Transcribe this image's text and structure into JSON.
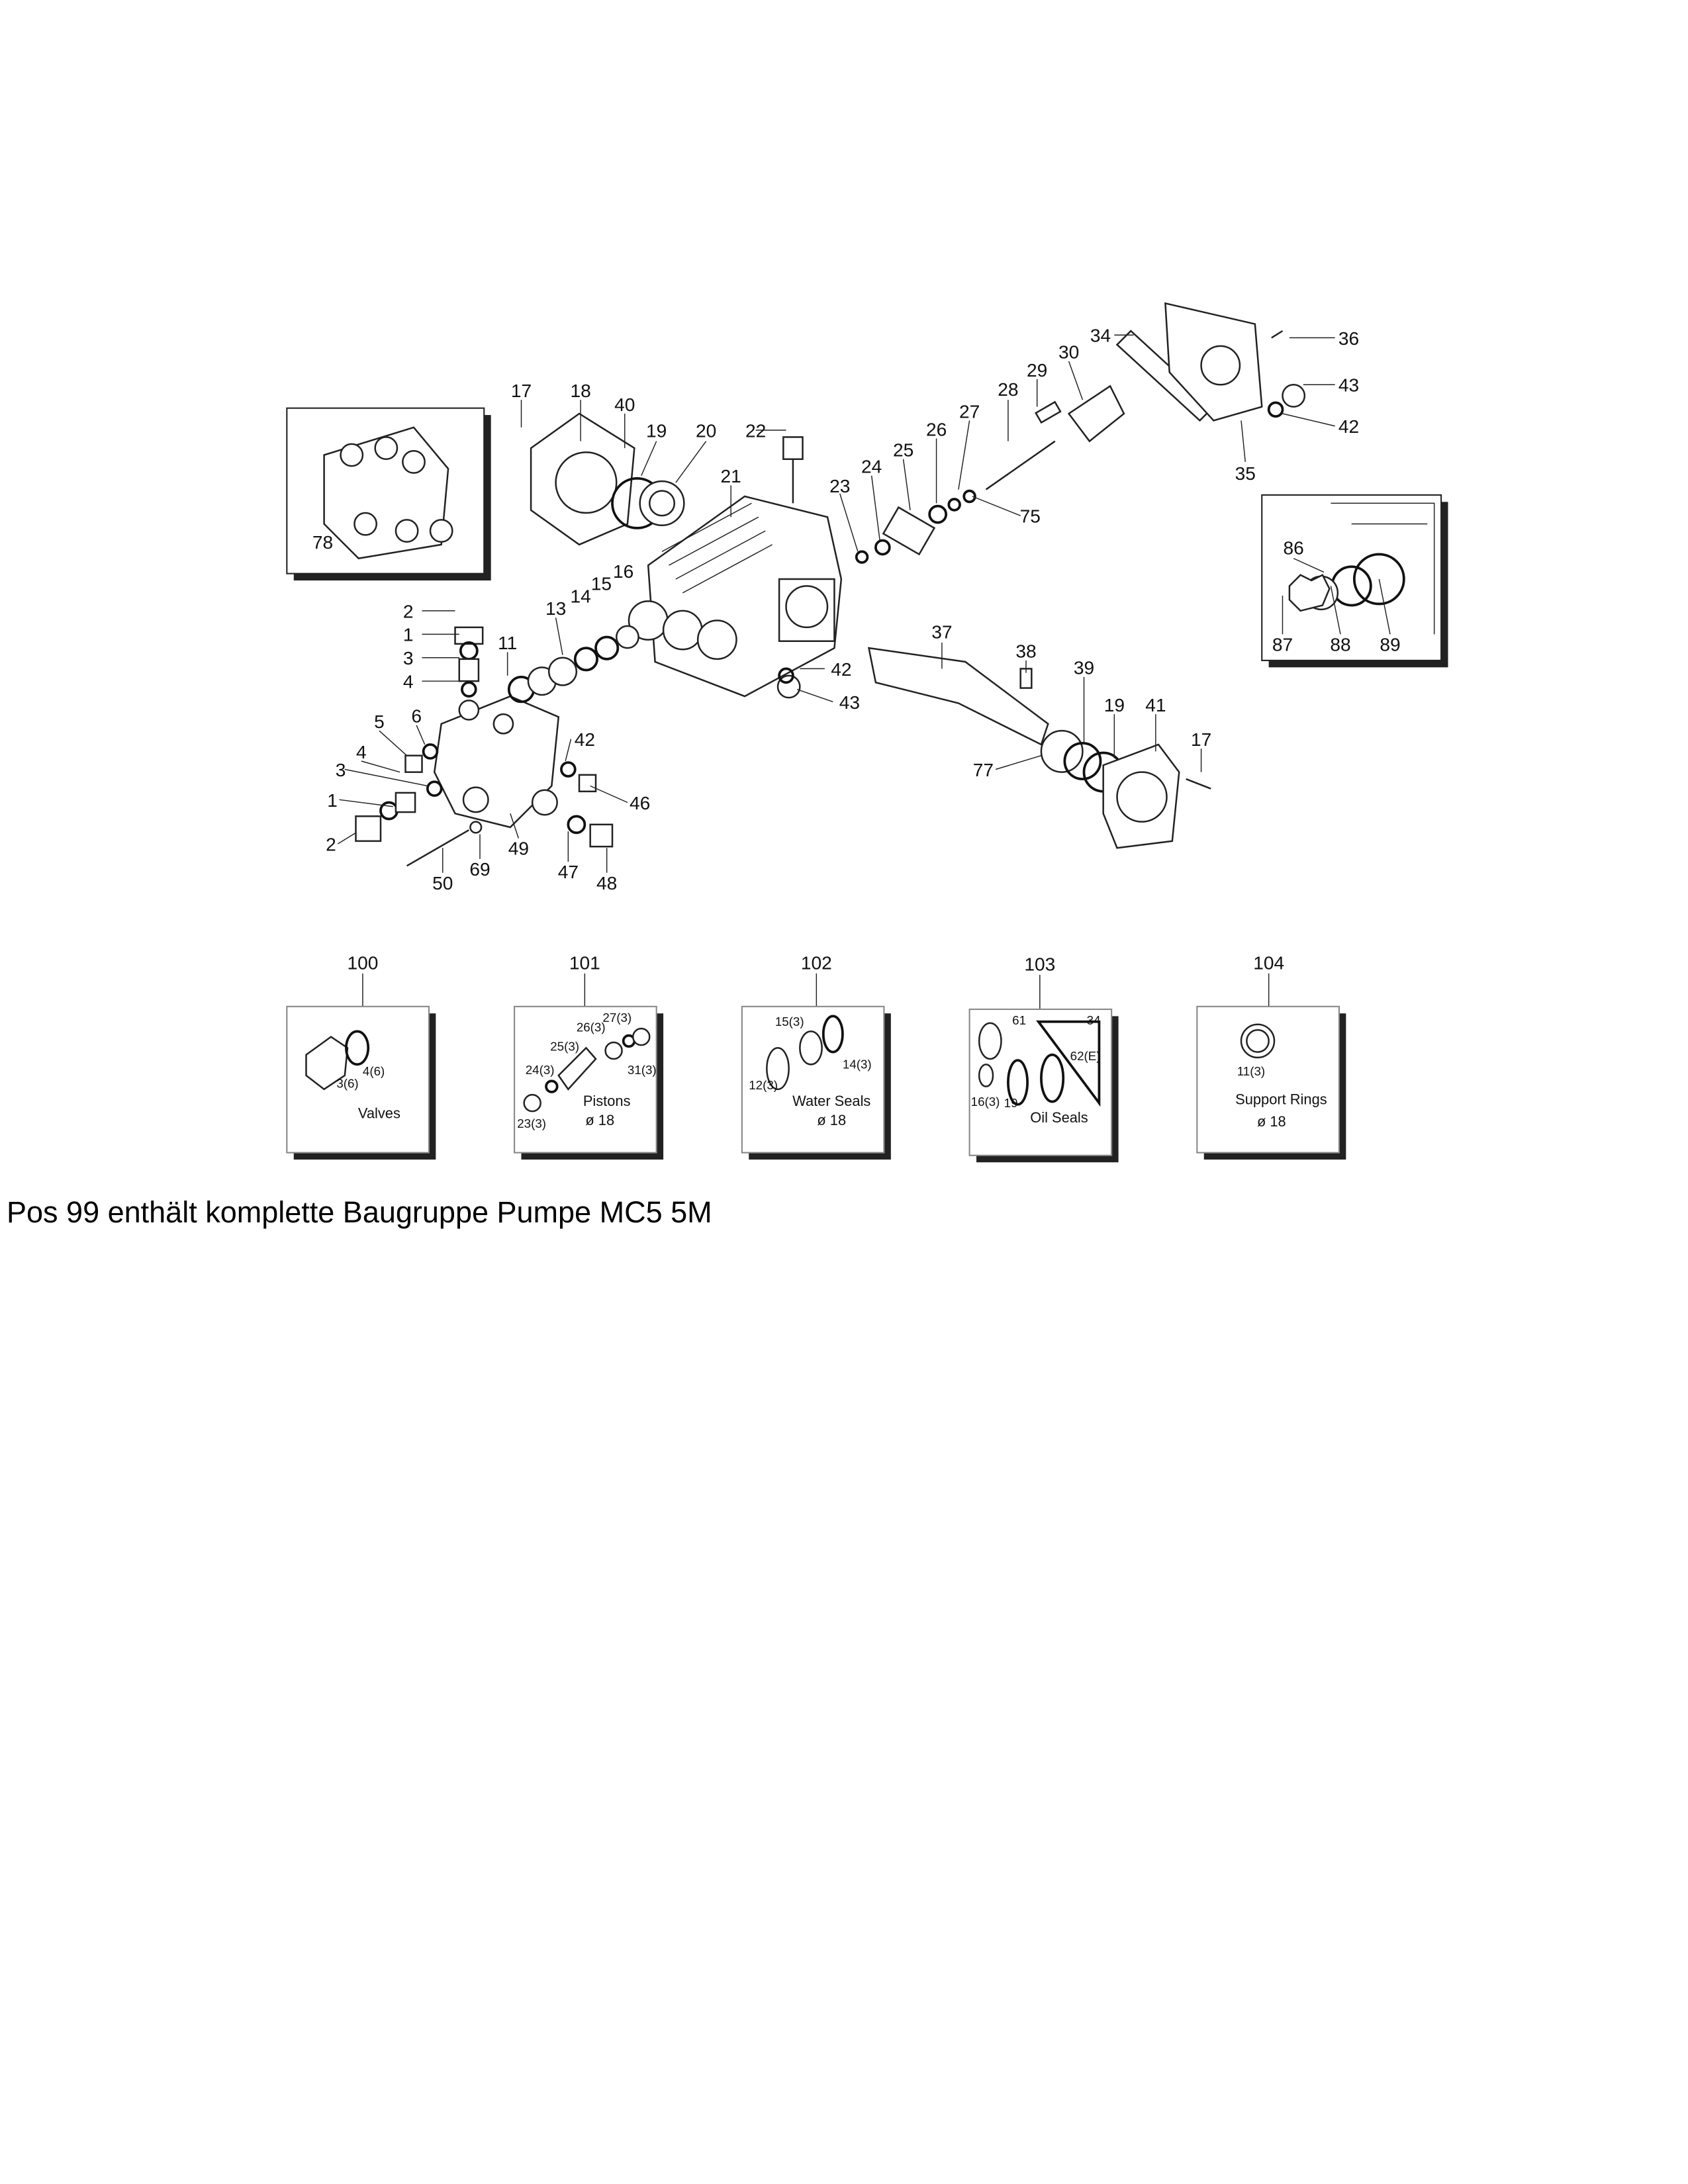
{
  "callouts": {
    "c17a": "17",
    "c18": "18",
    "c40": "40",
    "c19a": "19",
    "c20": "20",
    "c22": "22",
    "c21": "21",
    "c23": "23",
    "c24": "24",
    "c25": "25",
    "c26": "26",
    "c27": "27",
    "c28": "28",
    "c29": "29",
    "c30": "30",
    "c34": "34",
    "c36": "36",
    "c43a": "43",
    "c42a": "42",
    "c35": "35",
    "c75": "75",
    "c78": "78",
    "c86": "86",
    "c87": "87",
    "c88": "88",
    "c89": "89",
    "c2a": "2",
    "c1a": "1",
    "c3a": "3",
    "c4a": "4",
    "c13": "13",
    "c14": "14",
    "c15": "15",
    "c16": "16",
    "c11": "11",
    "c37": "37",
    "c38": "38",
    "c42b": "42",
    "c43b": "43",
    "c39": "39",
    "c19b": "19",
    "c41": "41",
    "c17b": "17",
    "c77": "77",
    "c5": "5",
    "c6": "6",
    "c4b": "4",
    "c3b": "3",
    "c1b": "1",
    "c2b": "2",
    "c42c": "42",
    "c46": "46",
    "c49": "49",
    "c69": "69",
    "c50": "50",
    "c47": "47",
    "c48": "48"
  },
  "kits": [
    {
      "number": "100",
      "title": "Valves",
      "parts": [
        "4(6)",
        "3(6)"
      ]
    },
    {
      "number": "101",
      "title": "Pistons",
      "size": "ø 18",
      "parts": [
        "27(3)",
        "26(3)",
        "25(3)",
        "24(3)",
        "31(3)",
        "23(3)"
      ]
    },
    {
      "number": "102",
      "title": "Water Seals",
      "size": "ø 18",
      "parts": [
        "15(3)",
        "14(3)",
        "12(3)"
      ]
    },
    {
      "number": "103",
      "title": "Oil Seals",
      "parts": [
        "61",
        "34",
        "62(E)",
        "16(3)",
        "19"
      ]
    },
    {
      "number": "104",
      "title": "Support Rings",
      "size": "ø 18",
      "parts": [
        "11(3)"
      ]
    }
  ],
  "footer_note": "Pos 99 enthält komplette Baugruppe Pumpe MC5 5M"
}
